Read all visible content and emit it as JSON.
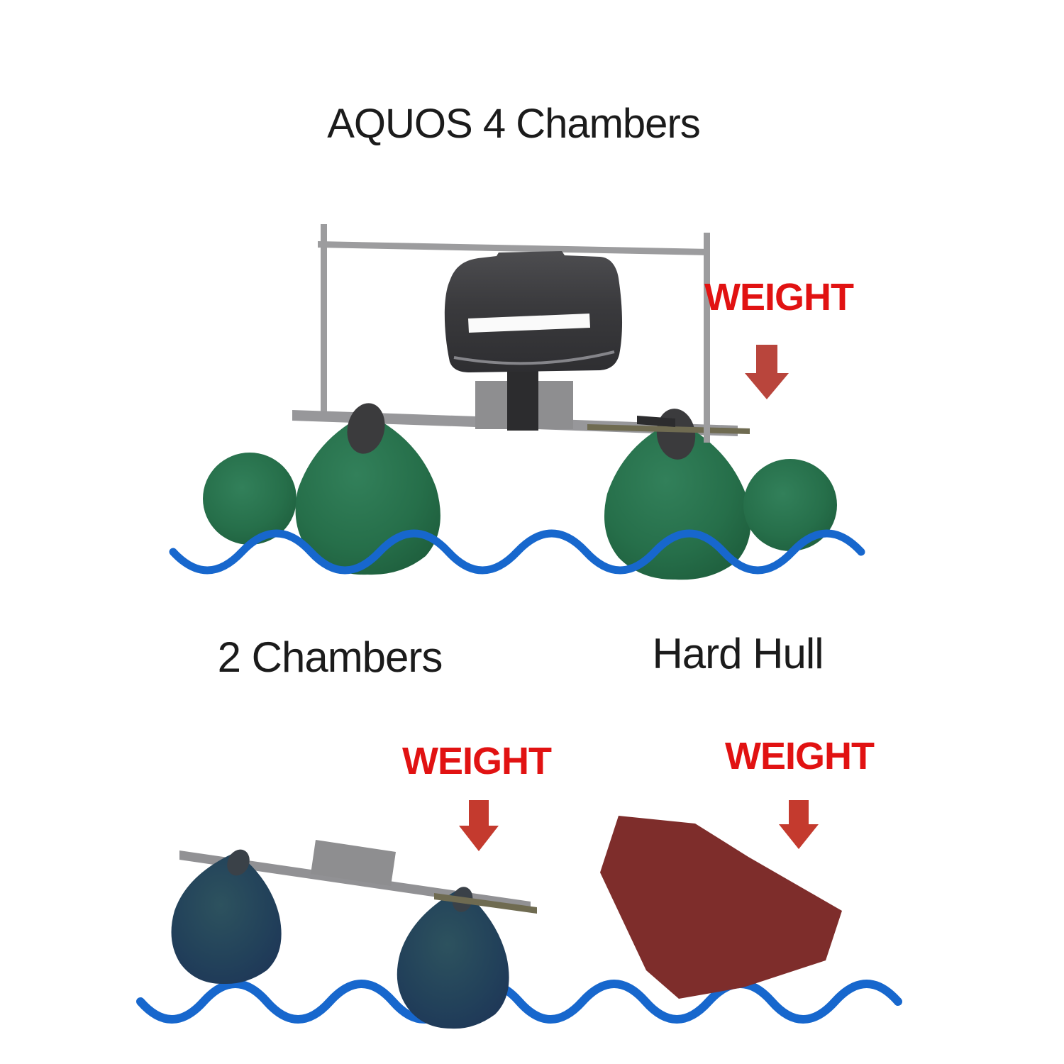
{
  "labels": {
    "title": "AQUOS 4 Chambers",
    "two_chambers": "2 Chambers",
    "hard_hull": "Hard Hull",
    "weight_top": "WEIGHT",
    "weight_bottom_left": "WEIGHT",
    "weight_bottom_right": "WEIGHT"
  },
  "colors": {
    "background": "#ffffff",
    "label_text": "#1b1b1b",
    "weight_text": "#e11212",
    "arrow_top": "#b9453c",
    "arrow_bottom": "#c43a2e",
    "water": "#1767cd",
    "chamber_green_light": "#32805a",
    "chamber_green_dark": "#1d5c3b",
    "chamber_blue_light": "#2d525e",
    "chamber_blue_dark": "#1d3457",
    "hull": "#7e2d2b",
    "frame_gray": "#9c9c9e",
    "deck_gray": "#97979a",
    "mount_gray": "#8e8e90",
    "shaft_dark": "#2c2c2e",
    "olive_bar": "#6f6b51",
    "cap_dark": "#3b3b3d",
    "platform_gray": "#919194",
    "slot_white": "#fafafa"
  }
}
